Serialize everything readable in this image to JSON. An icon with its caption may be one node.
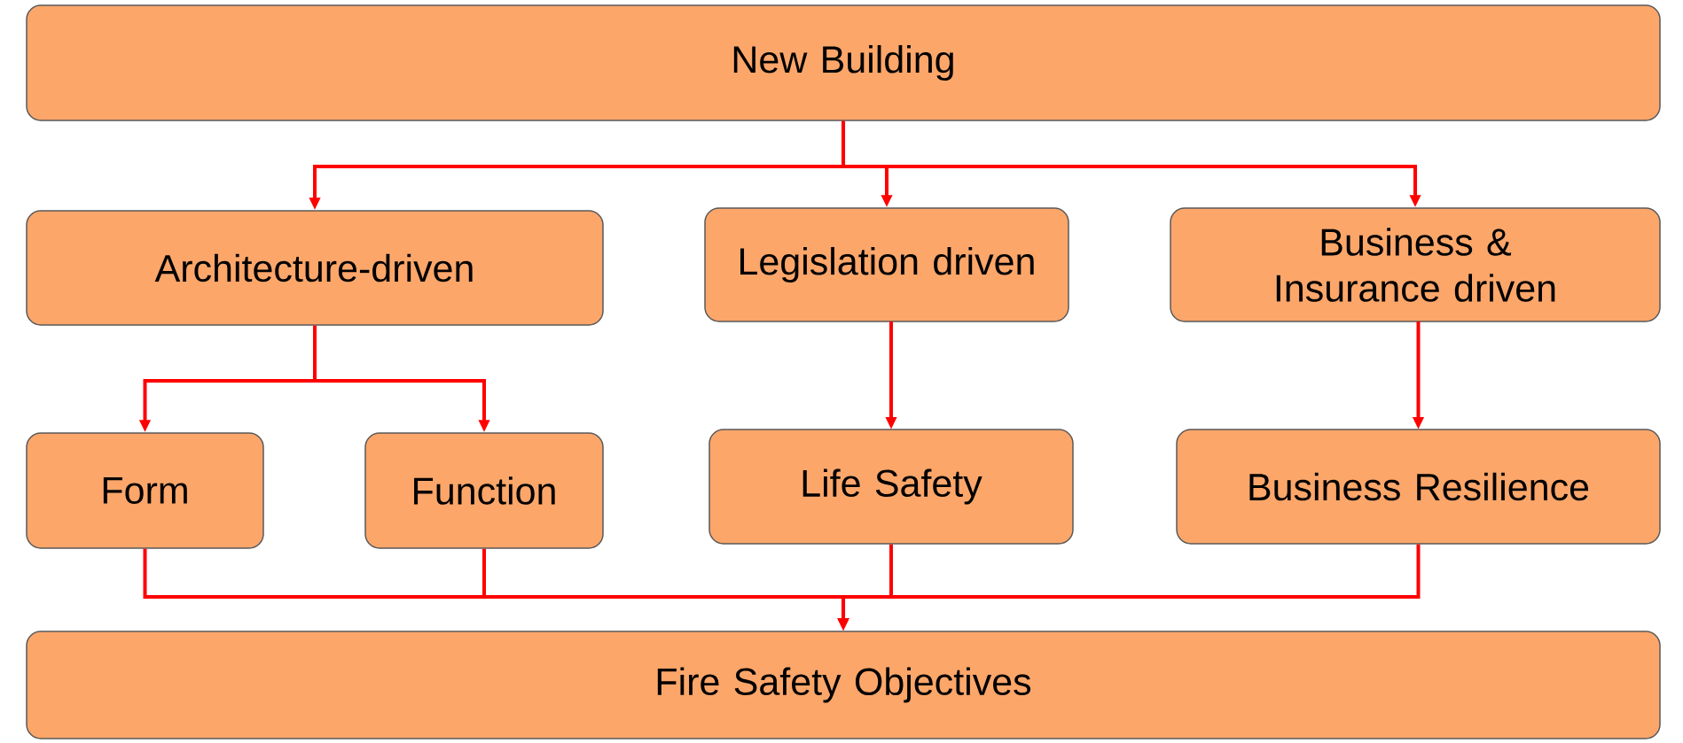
{
  "diagram": {
    "nodes": [
      {
        "text": [
          "New Building"
        ]
      },
      {
        "text": [
          "Architecture-driven"
        ]
      },
      {
        "text": [
          "Legislation driven"
        ]
      },
      {
        "text": [
          "Business & Insurance driven"
        ]
      },
      {
        "text": [
          "Form"
        ]
      },
      {
        "text": [
          "Function"
        ]
      },
      {
        "text": [
          "Life Safety"
        ]
      },
      {
        "text": [
          "Business Resilience"
        ]
      },
      {
        "text": [
          "Fire Safety Objectives"
        ]
      }
    ],
    "edges": [
      {
        "from": 0,
        "to": 1,
        "arrow": "to"
      },
      {
        "from": 0,
        "to": 2,
        "arrow": "to"
      },
      {
        "from": 0,
        "to": 3,
        "arrow": "to"
      },
      {
        "from": 1,
        "to": 4,
        "arrow": "to"
      },
      {
        "from": 1,
        "to": 5,
        "arrow": "to"
      },
      {
        "from": 2,
        "to": 6,
        "arrow": "to"
      },
      {
        "from": 3,
        "to": 7,
        "arrow": "to"
      },
      {
        "from": 4,
        "to": 8,
        "arrow": "to"
      },
      {
        "from": 5,
        "to": 8,
        "arrow": "to"
      },
      {
        "from": 6,
        "to": 8,
        "arrow": "to"
      },
      {
        "from": 7,
        "to": 8,
        "arrow": "to"
      }
    ]
  }
}
